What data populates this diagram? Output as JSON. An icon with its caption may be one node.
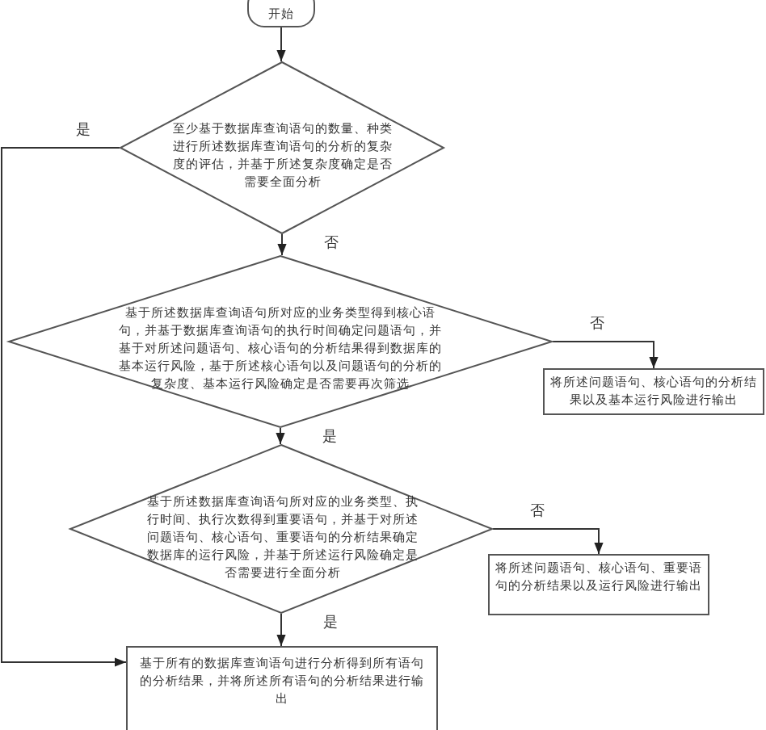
{
  "diagram": {
    "nodes": [
      {
        "text": [
          "开始"
        ]
      },
      {
        "text": [
          "至少基于数据库查询语句的数量、种类进行所述数据库查询语句的分析的复杂度的评估，并基于所述复杂度确定是否需要全面分析"
        ]
      },
      {
        "text": [
          "基于所述数据库查询语句所对应的业务类型得到核心语句，并基于数据库查询语句的执行时间确定问题语句，并基于对所述问题语句、核心语句的分析结果得到数据库的基本运行风险，基于所述核心语句以及问题语句的分析的复杂度、基本运行风险确定是否需要再次筛选"
        ]
      },
      {
        "text": [
          "将所述问题语句、核心语句的分析结果以及基本运行风险进行输出"
        ]
      },
      {
        "text": [
          "基于所述数据库查询语句所对应的业务类型、执行时间、执行次数得到重要语句，并基于对所述问题语句、核心语句、重要语句的分析结果确定数据库的运行风险，并基于所述运行风险确定是否需要进行全面分析"
        ]
      },
      {
        "text": [
          "将所述问题语句、核心语句、重要语句的分析结果以及运行风险进行输出"
        ]
      },
      {
        "text": [
          "基于所有的数据库查询语句进行分析得到所有语句的分析结果，并将所述所有语句的分析结果进行输出"
        ]
      }
    ],
    "edges": [
      {
        "from": 0,
        "to": 1,
        "arrow": "to"
      },
      {
        "from": 1,
        "to": 6,
        "arrow": "to",
        "label": "是"
      },
      {
        "from": 1,
        "to": 2,
        "arrow": "to",
        "label": "否"
      },
      {
        "from": 2,
        "to": 3,
        "arrow": "to",
        "label": "否"
      },
      {
        "from": 2,
        "to": 4,
        "arrow": "to",
        "label": "是"
      },
      {
        "from": 4,
        "to": 5,
        "arrow": "to",
        "label": "否"
      },
      {
        "from": 4,
        "to": 6,
        "arrow": "to",
        "label": "是"
      }
    ]
  }
}
